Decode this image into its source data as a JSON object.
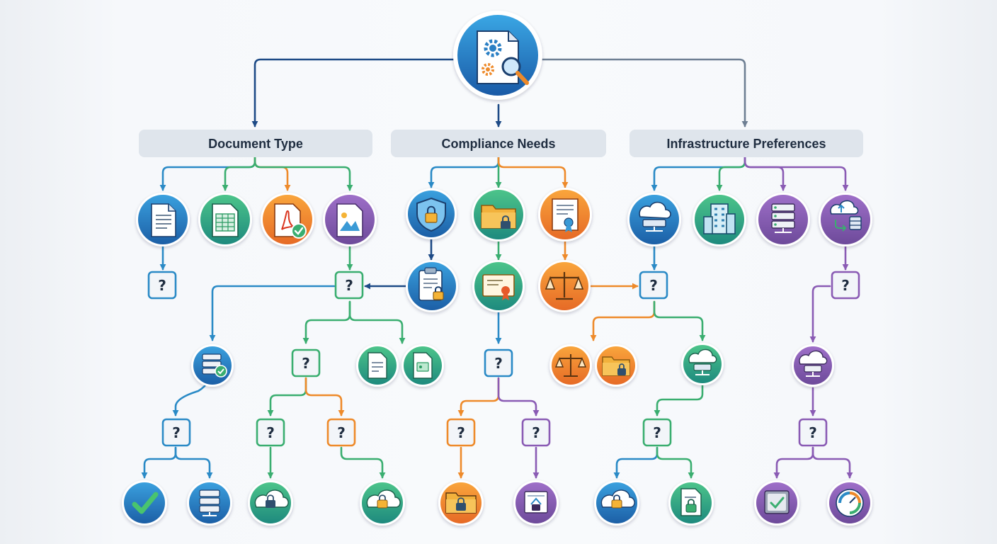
{
  "colors": {
    "navy": "#1d4a86",
    "blue": "#2a8ac6",
    "green": "#3aae70",
    "orange": "#ee8a2a",
    "purple": "#8a5bb4",
    "slate": "#6e7f93",
    "label_bg": "#dfe5ec",
    "q_fill": "#f2f5f9",
    "text": "#1f2d40"
  },
  "root": {
    "icon": "document-gear-search-icon"
  },
  "categories": [
    {
      "id": "document-type",
      "label": "Document Type"
    },
    {
      "id": "compliance-needs",
      "label": "Compliance Needs"
    },
    {
      "id": "infrastructure-preferences",
      "label": "Infrastructure Preferences"
    }
  ],
  "question_marker": "?"
}
